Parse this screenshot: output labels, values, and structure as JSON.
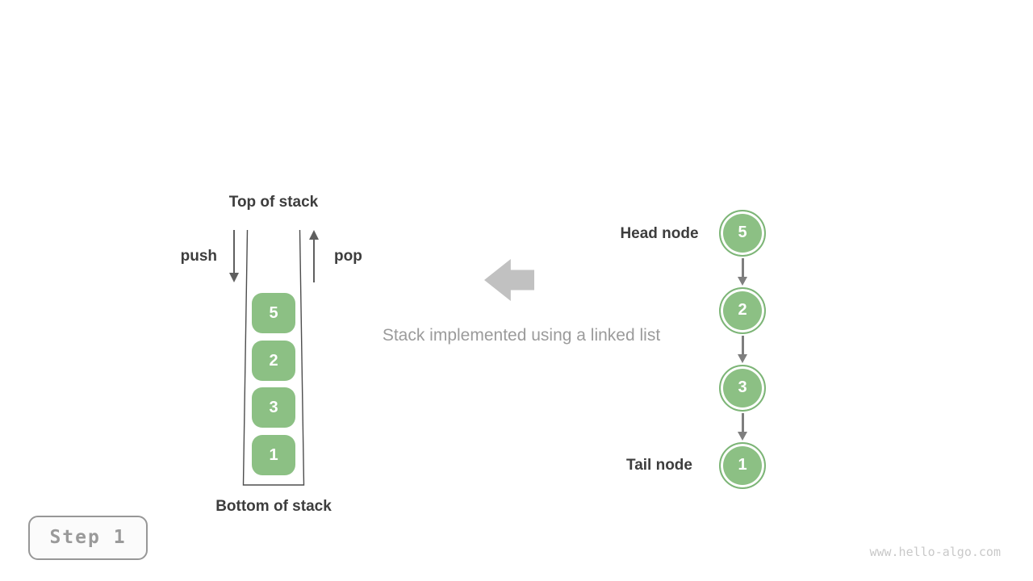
{
  "figure": {
    "caption": "Stack implemented using a linked list",
    "step_badge": "Step 1",
    "watermark": "www.hello-algo.com"
  },
  "stack": {
    "top_label": "Top of stack",
    "bottom_label": "Bottom of stack",
    "push_label": "push",
    "pop_label": "pop",
    "items": [
      "5",
      "2",
      "3",
      "1"
    ]
  },
  "linked_list": {
    "head_label": "Head node",
    "tail_label": "Tail node",
    "nodes": [
      "5",
      "2",
      "3",
      "1"
    ]
  },
  "colors": {
    "node_green": "#8cc084",
    "node_border_green": "#7db577",
    "dark_text": "#3d3d3d",
    "gray_text": "#9b9b9b",
    "big_arrow_gray": "#c1c1c1",
    "arrow_line_gray": "#5f5f5f"
  }
}
